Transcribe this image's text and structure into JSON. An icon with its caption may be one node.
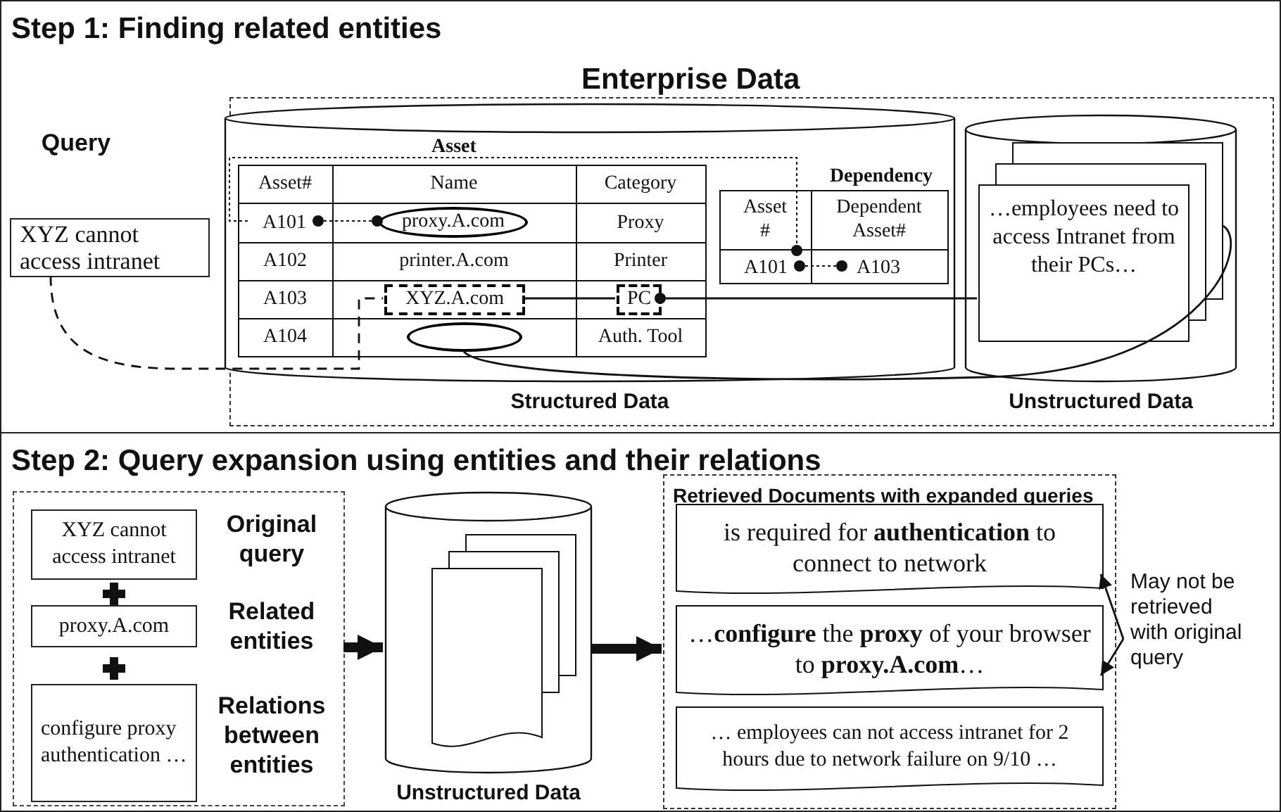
{
  "diagram": {
    "nodes": [
      {
        "text": [
          "Step 1: Finding related entities"
        ]
      },
      {
        "text": [
          "XYZ cannot access intranet"
        ],
        "beside": [
          "Query"
        ],
        "in": 0
      },
      {
        "text": [
          "Enterprise Data"
        ],
        "in": 0
      },
      {
        "text": [
          "Structured Data"
        ],
        "in": 2
      },
      {
        "text": [
          "A101"
        ],
        "in": 3
      },
      {
        "text": [
          "proxy.A.com"
        ],
        "in": 3
      },
      {
        "text": [
          "XYZ.A.com"
        ],
        "in": 3
      },
      {
        "text": [
          "PC"
        ],
        "in": 3
      },
      {
        "text": [],
        "shape": "ellipse",
        "in": 3
      },
      {
        "text": [
          "A101"
        ],
        "in": 3
      },
      {
        "text": [
          "A103"
        ],
        "in": 3
      },
      {
        "text": [
          "Unstructured Data"
        ],
        "in": 2
      },
      {
        "text": [
          "…employees need to access Intranet from their PCs…"
        ],
        "in": 11
      },
      {
        "text": [
          "Step 2: Query expansion using entities and their relations"
        ]
      },
      {
        "text": [],
        "shape": "box",
        "in": 13
      },
      {
        "text": [
          "XYZ cannot access intranet"
        ],
        "beside": [
          "Original query"
        ],
        "in": 14
      },
      {
        "text": [
          "proxy.A.com"
        ],
        "beside": [
          "Related entities"
        ],
        "in": 14
      },
      {
        "text": [
          "configure proxy authentication …"
        ],
        "beside": [
          "Relations between entities"
        ],
        "in": 14
      },
      {
        "text": [
          "Unstructured Data"
        ],
        "in": 13
      },
      {
        "text": [
          "Retrieved Documents with expanded queries"
        ],
        "in": 13
      },
      {
        "text": [
          "is required for **authentication** to connect to network"
        ],
        "in": 19
      },
      {
        "text": [
          "…**configure** the **proxy** of your browser to **proxy.A.com**…"
        ],
        "in": 19
      },
      {
        "text": [
          "… employees can not access intranet for 2 hours due to network failure on 9/10 …"
        ],
        "in": 19
      },
      {
        "text": [
          "May not be retrieved with original query"
        ],
        "in": 13
      }
    ],
    "edges": [
      {
        "from": 1,
        "to": 6,
        "arrow": "none",
        "style": "dashed"
      },
      {
        "from": 4,
        "to": 5,
        "arrow": "other",
        "style": "dashed"
      },
      {
        "from": 6,
        "to": 7,
        "arrow": "none"
      },
      {
        "from": 7,
        "to": 12,
        "arrow": "other"
      },
      {
        "from": 4,
        "to": 9,
        "arrow": "other",
        "style": "dashed"
      },
      {
        "from": 9,
        "to": 10,
        "arrow": "other",
        "style": "dashed"
      },
      {
        "from": 8,
        "to": 12,
        "arrow": "none"
      },
      {
        "from": 14,
        "to": 18,
        "arrow": "to",
        "style": "thick"
      },
      {
        "from": 18,
        "to": 19,
        "arrow": "to",
        "style": "thick"
      },
      {
        "from": 23,
        "to": 20,
        "arrow": "to"
      },
      {
        "from": 23,
        "to": 21,
        "arrow": "to"
      }
    ],
    "labels": [
      "Asset",
      "Asset#",
      "Name",
      "Category",
      "Proxy",
      "A102",
      "printer.A.com",
      "Printer",
      "A103",
      "A104",
      "Auth. Tool",
      "Dependency",
      "Asset #",
      "Dependent Asset#"
    ]
  }
}
